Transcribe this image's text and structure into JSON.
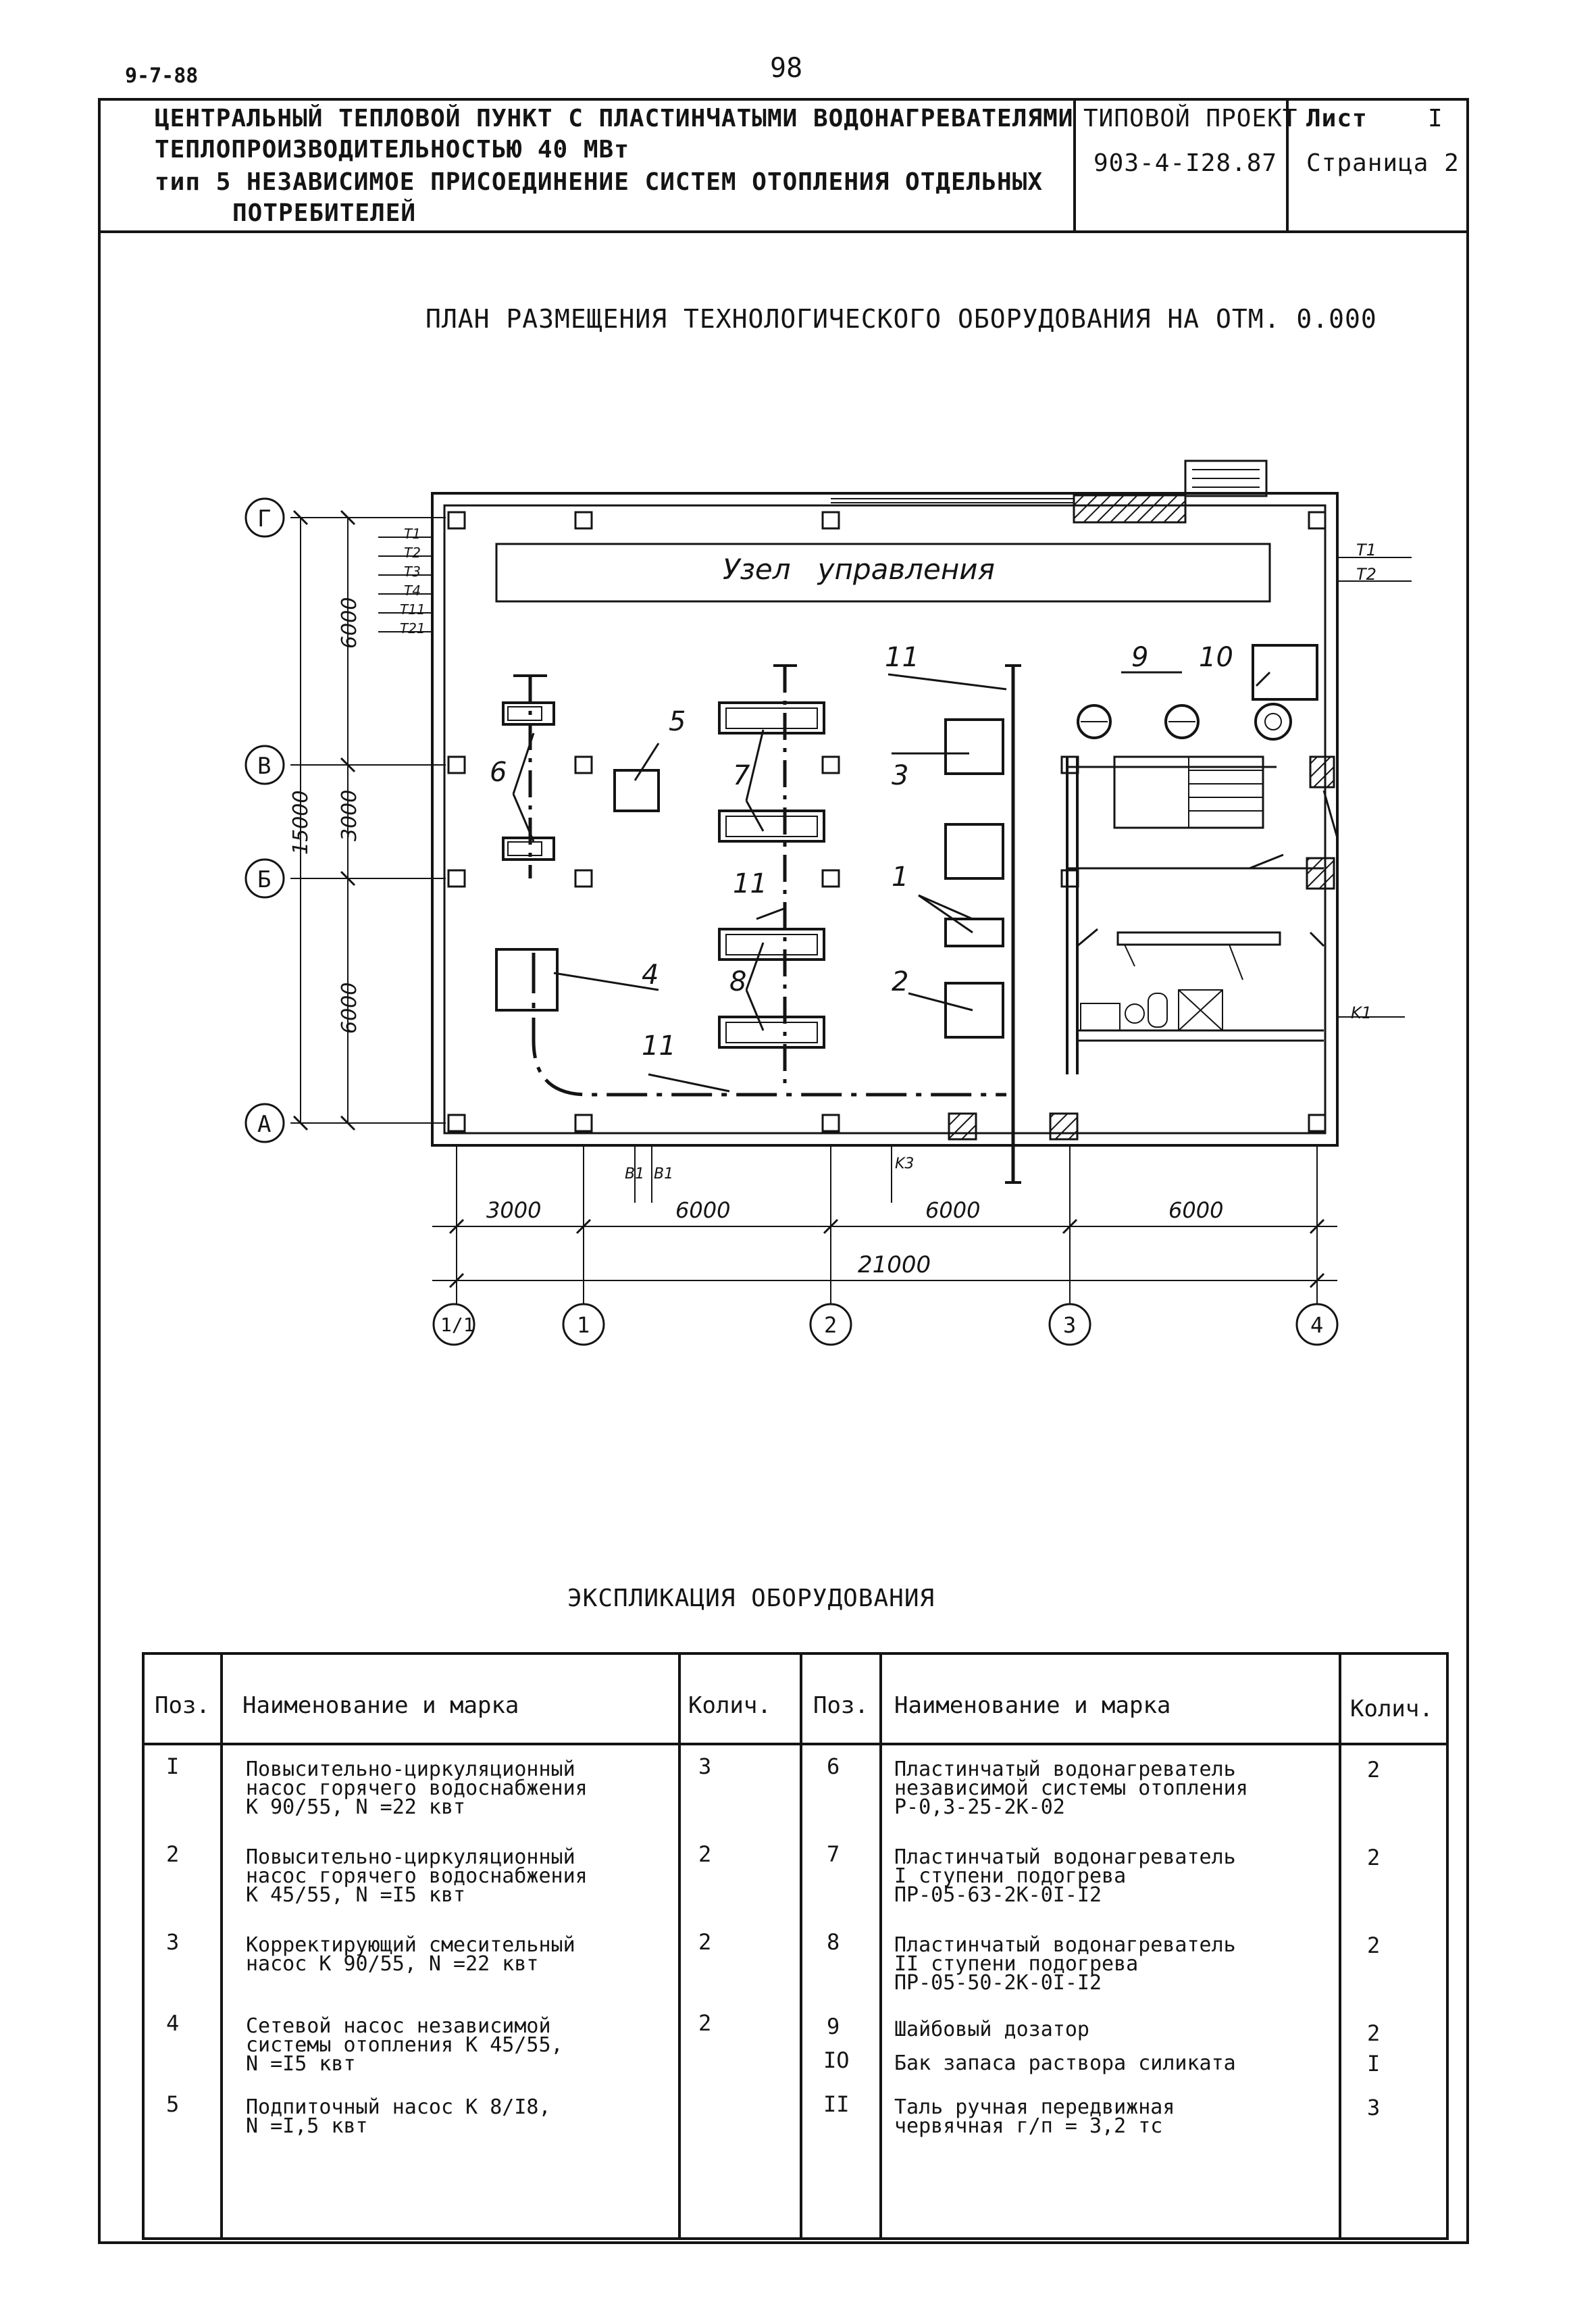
{
  "header": {
    "code": "9-7-88",
    "page_number": "98"
  },
  "title_block": {
    "line1": "ЦЕНТРАЛЬНЫЙ ТЕПЛОВОЙ ПУНКТ С ПЛАСТИНЧАТЫМИ ВОДОНАГРЕВАТЕЛЯМИ",
    "line2": "ТЕПЛОПРОИЗВОДИТЕЛЬНОСТЬЮ 40 МВт",
    "line3": "тип 5 НЕЗАВИСИМОЕ ПРИСОЕДИНЕНИЕ СИСТЕМ ОТОПЛЕНИЯ ОТДЕЛЬНЫХ",
    "line4": "ПОТРЕБИТЕЛЕЙ",
    "project_label": "ТИПОВОЙ ПРОЕКТ",
    "project_number": "903-4-I28.87",
    "sheet_label": "Лист",
    "sheet_value": "I",
    "page_label": "Страница 2"
  },
  "plan": {
    "title": "ПЛАН РАЗМЕЩЕНИЯ ТЕХНОЛОГИЧЕСКОГО ОБОРУДОВАНИЯ НА ОТМ. 0.000",
    "control_unit": "Узел   управления",
    "row_axes": [
      "Г",
      "В",
      "Б",
      "А"
    ],
    "col_axes": [
      "1/1",
      "1",
      "2",
      "3",
      "4"
    ],
    "col_dims": [
      "3000",
      "6000",
      "6000",
      "6000"
    ],
    "total_width": "21000",
    "row_dims": [
      "6000",
      "3000",
      "6000"
    ],
    "total_height": "15000",
    "left_pipes": [
      "T1",
      "T2",
      "T3",
      "T4",
      "T11",
      "T21"
    ],
    "right_pipes": [
      "T1",
      "T2"
    ],
    "bottom_pipes": [
      "B1",
      "B1",
      "K3"
    ],
    "right_side_pipe": "K1",
    "item_labels": [
      "1",
      "2",
      "3",
      "4",
      "5",
      "6",
      "7",
      "8",
      "9",
      "10",
      "11",
      "11",
      "11"
    ]
  },
  "explication": {
    "title": "ЭКСПЛИКАЦИЯ ОБОРУДОВАНИЯ",
    "headers": {
      "pos": "Поз.",
      "name": "Наименование и марка",
      "qty": "Колич."
    },
    "left_rows": [
      {
        "pos": "I",
        "name": [
          "Повысительно-циркуляционный",
          "насос горячего водоснабжения",
          "К 90/55,  N =22 квт"
        ],
        "qty": "3"
      },
      {
        "pos": "2",
        "name": [
          "Повысительно-циркуляционный",
          "насос горячего водоснабжения",
          "К 45/55,  N =I5 квт"
        ],
        "qty": "2"
      },
      {
        "pos": "3",
        "name": [
          "Корректирующий смесительный",
          "насос К 90/55,  N =22 квт"
        ],
        "qty": "2"
      },
      {
        "pos": "4",
        "name": [
          "Сетевой насос независимой",
          "системы отопления К 45/55,",
          " N =I5 квт"
        ],
        "qty": "2"
      },
      {
        "pos": "5",
        "name": [
          "Подпиточный насос К 8/I8,",
          "N =I,5 квт"
        ],
        "qty": ""
      }
    ],
    "right_rows": [
      {
        "pos": "6",
        "name": [
          "Пластинчатый водонагреватель",
          "независимой системы отопления",
          "Р-0,3-25-2К-02"
        ],
        "qty": "2"
      },
      {
        "pos": "7",
        "name": [
          "Пластинчатый водонагреватель",
          "I ступени подогрева",
          "ПР-05-63-2К-0I-I2"
        ],
        "qty": "2"
      },
      {
        "pos": "8",
        "name": [
          "Пластинчатый водонагреватель",
          "II ступени подогрева",
          "ПР-05-50-2К-0I-I2"
        ],
        "qty": "2"
      },
      {
        "pos": "9",
        "name": [
          "Шайбовый дозатор"
        ],
        "qty": "2"
      },
      {
        "pos": "IO",
        "name": [
          "Бак запаса раствора силиката"
        ],
        "qty": "I"
      },
      {
        "pos": "II",
        "name": [
          "Таль ручная передвижная",
          "червячная г/п = 3,2 тс"
        ],
        "qty": "3"
      }
    ]
  }
}
